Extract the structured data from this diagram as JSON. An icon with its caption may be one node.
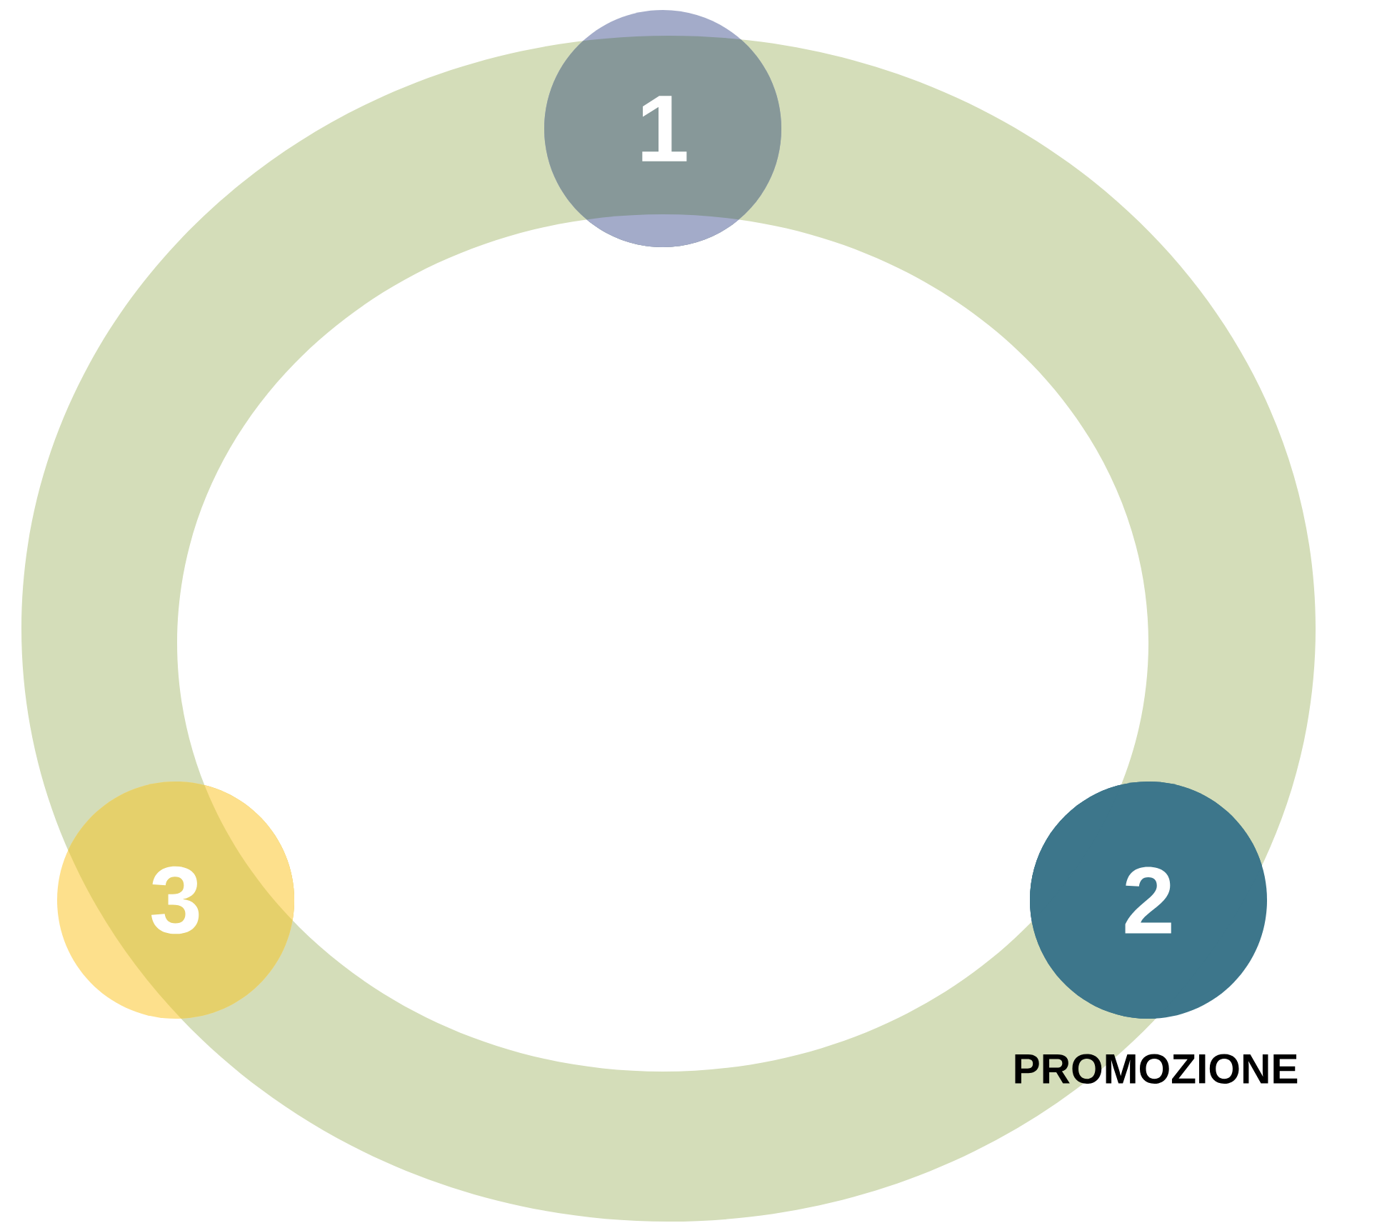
{
  "diagram": {
    "nodes": [
      {
        "text": [
          "1"
        ]
      },
      {
        "text": [
          "2"
        ],
        "beside": [
          "PROMOZIONE"
        ]
      },
      {
        "text": [
          "3"
        ]
      }
    ]
  }
}
